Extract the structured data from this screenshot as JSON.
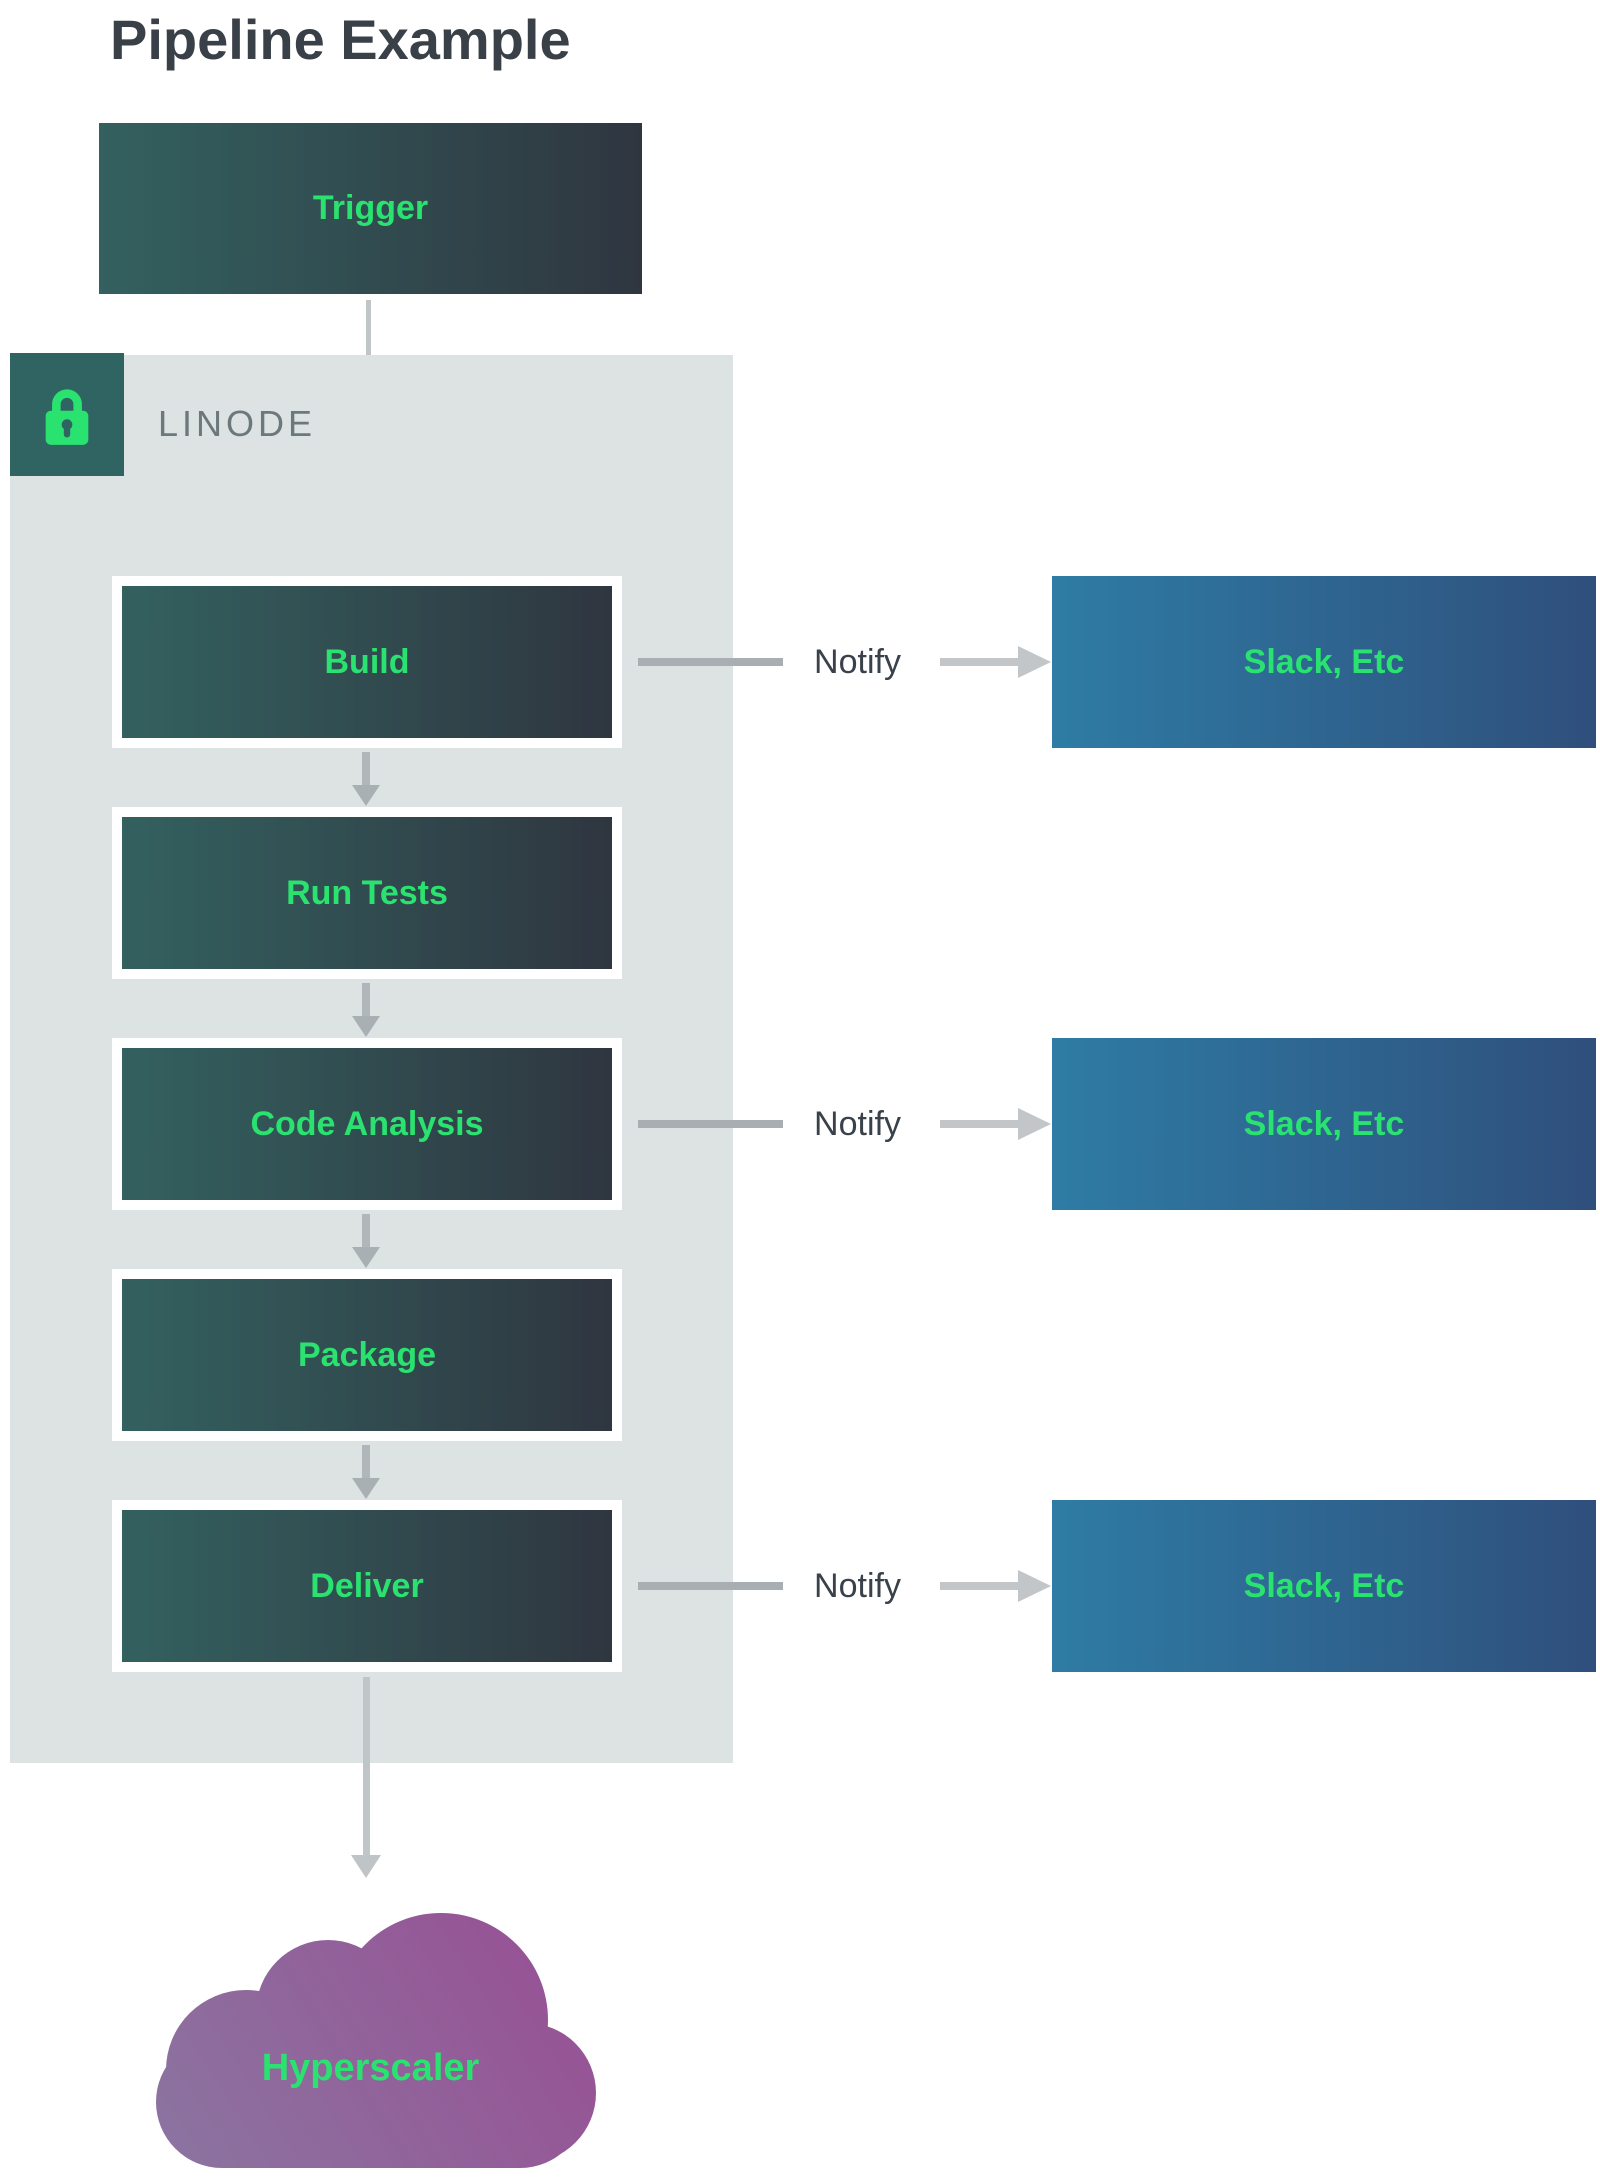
{
  "title": "Pipeline Example",
  "provider": {
    "label": "LINODE",
    "icon": "lock-icon"
  },
  "trigger": {
    "label": "Trigger"
  },
  "stages": [
    {
      "label": "Build",
      "notify": "Notify",
      "target": "Slack, Etc"
    },
    {
      "label": "Run Tests"
    },
    {
      "label": "Code Analysis",
      "notify": "Notify",
      "target": "Slack, Etc"
    },
    {
      "label": "Package"
    },
    {
      "label": "Deliver",
      "notify": "Notify",
      "target": "Slack, Etc"
    }
  ],
  "cloud": {
    "label": "Hyperscaler"
  },
  "colors": {
    "stage_gradient_start": "#33615f",
    "stage_gradient_end": "#2f3640",
    "notify_gradient_start": "#2e7ca5",
    "notify_gradient_end": "#2f4f7c",
    "cloud_gradient_start": "#8b74a0",
    "cloud_gradient_end": "#984f94",
    "accent_green": "#2ae26f",
    "container_bg": "#dce3e2",
    "lock_badge_bg": "#2f6462",
    "arrow_gray": "#b4babd",
    "title_text": "#394047",
    "provider_text": "#6d787c"
  }
}
